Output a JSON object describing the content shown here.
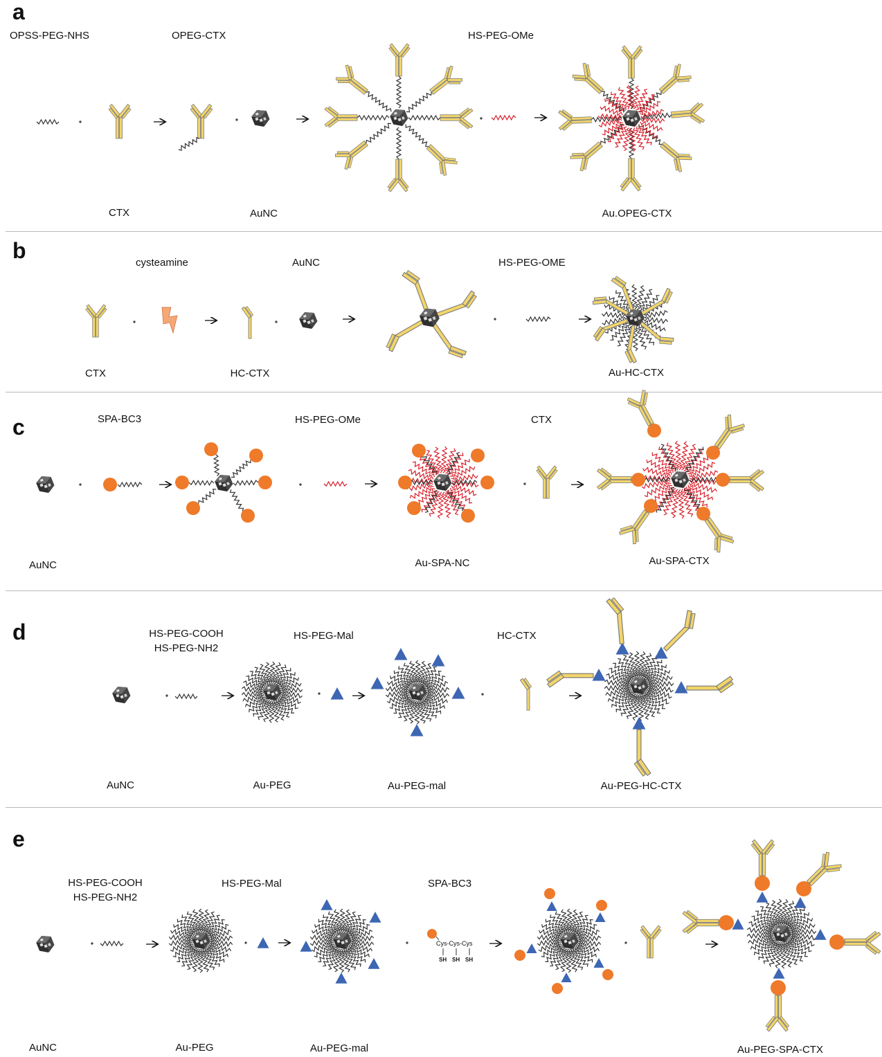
{
  "panels": {
    "a": {
      "letter": "a",
      "labels": [
        "OPSS-PEG-NHS",
        "OPEG-CTX",
        "HS-PEG-OMe"
      ],
      "products": [
        "CTX",
        "AuNC",
        "Au.OPEG-CTX"
      ]
    },
    "b": {
      "letter": "b",
      "labels": [
        "cysteamine",
        "AuNC",
        "HS-PEG-OME"
      ],
      "products": [
        "CTX",
        "HC-CTX",
        "Au-HC-CTX"
      ]
    },
    "c": {
      "letter": "c",
      "labels": [
        "SPA-BC3",
        "HS-PEG-OMe",
        "CTX"
      ],
      "products": [
        "AuNC",
        "Au-SPA-NC",
        "Au-SPA-CTX"
      ]
    },
    "d": {
      "letter": "d",
      "labels": [
        "HS-PEG-COOH",
        "HS-PEG-NH2",
        "HS-PEG-Mal",
        "HC-CTX"
      ],
      "products": [
        "AuNC",
        "Au-PEG",
        "Au-PEG-mal",
        "Au-PEG-HC-CTX"
      ]
    },
    "e": {
      "letter": "e",
      "labels": [
        "HS-PEG-COOH",
        "HS-PEG-NH2",
        "HS-PEG-Mal",
        "SPA-BC3"
      ],
      "products": [
        "AuNC",
        "Au-PEG",
        "Au-PEG-mal",
        "Au-PEG-SPA-CTX"
      ],
      "peptide": [
        "Cys-Cys-Cys",
        "SH",
        "SH",
        "SH"
      ]
    }
  },
  "colors": {
    "antibody_fill": "#f2d56b",
    "antibody_stroke": "#777777",
    "peg": "#333333",
    "peg_ome": "#d81f2a",
    "spa": "#ee7a2a",
    "maleimide": "#3d66b3",
    "gold_cluster": "#2f2f2f",
    "cysteamine": "#f5a875"
  },
  "icons": [
    "antibody-icon",
    "gold-nanocluster-icon",
    "peg-chain-icon",
    "spa-bead-icon",
    "maleimide-triangle-icon",
    "lightning-icon"
  ]
}
